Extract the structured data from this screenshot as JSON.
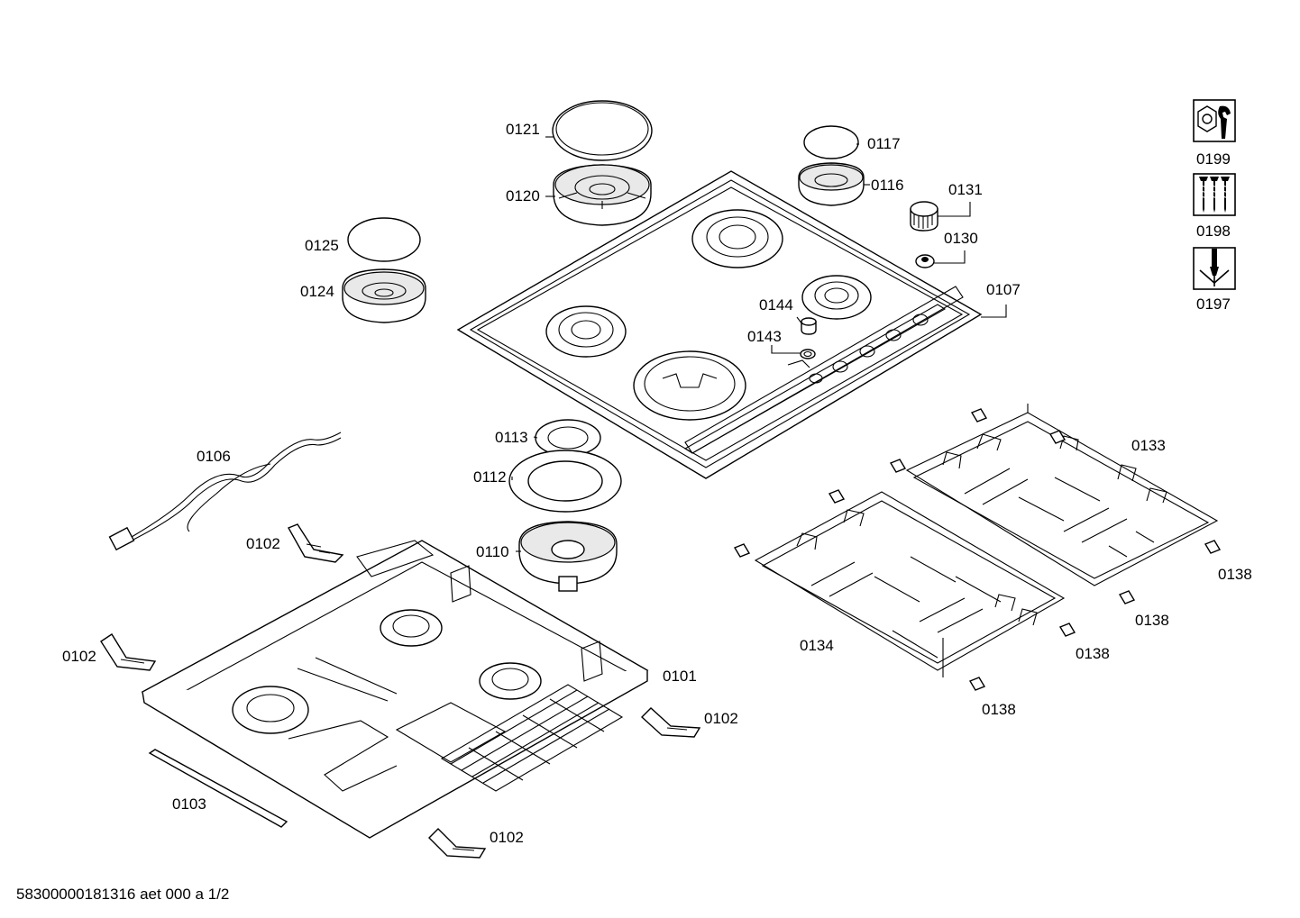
{
  "footer": "58300000181316 aet 000 a 1/2",
  "labels": {
    "p0121": "0121",
    "p0120": "0120",
    "p0117": "0117",
    "p0116": "0116",
    "p0131": "0131",
    "p0130": "0130",
    "p0125": "0125",
    "p0124": "0124",
    "p0107": "0107",
    "p0144": "0144",
    "p0143": "0143",
    "p0113": "0113",
    "p0112": "0112",
    "p0110": "0110",
    "p0106": "0106",
    "p0102a": "0102",
    "p0102b": "0102",
    "p0102c": "0102",
    "p0102d": "0102",
    "p0101": "0101",
    "p0103": "0103",
    "p0133": "0133",
    "p0134": "0134",
    "p0138a": "0138",
    "p0138b": "0138",
    "p0138c": "0138",
    "p0138d": "0138"
  },
  "kits": [
    {
      "icon": "wrench-nut-icon",
      "label": "0199"
    },
    {
      "icon": "screws-icon",
      "label": "0198"
    },
    {
      "icon": "screwdriver-icon",
      "label": "0197"
    }
  ]
}
